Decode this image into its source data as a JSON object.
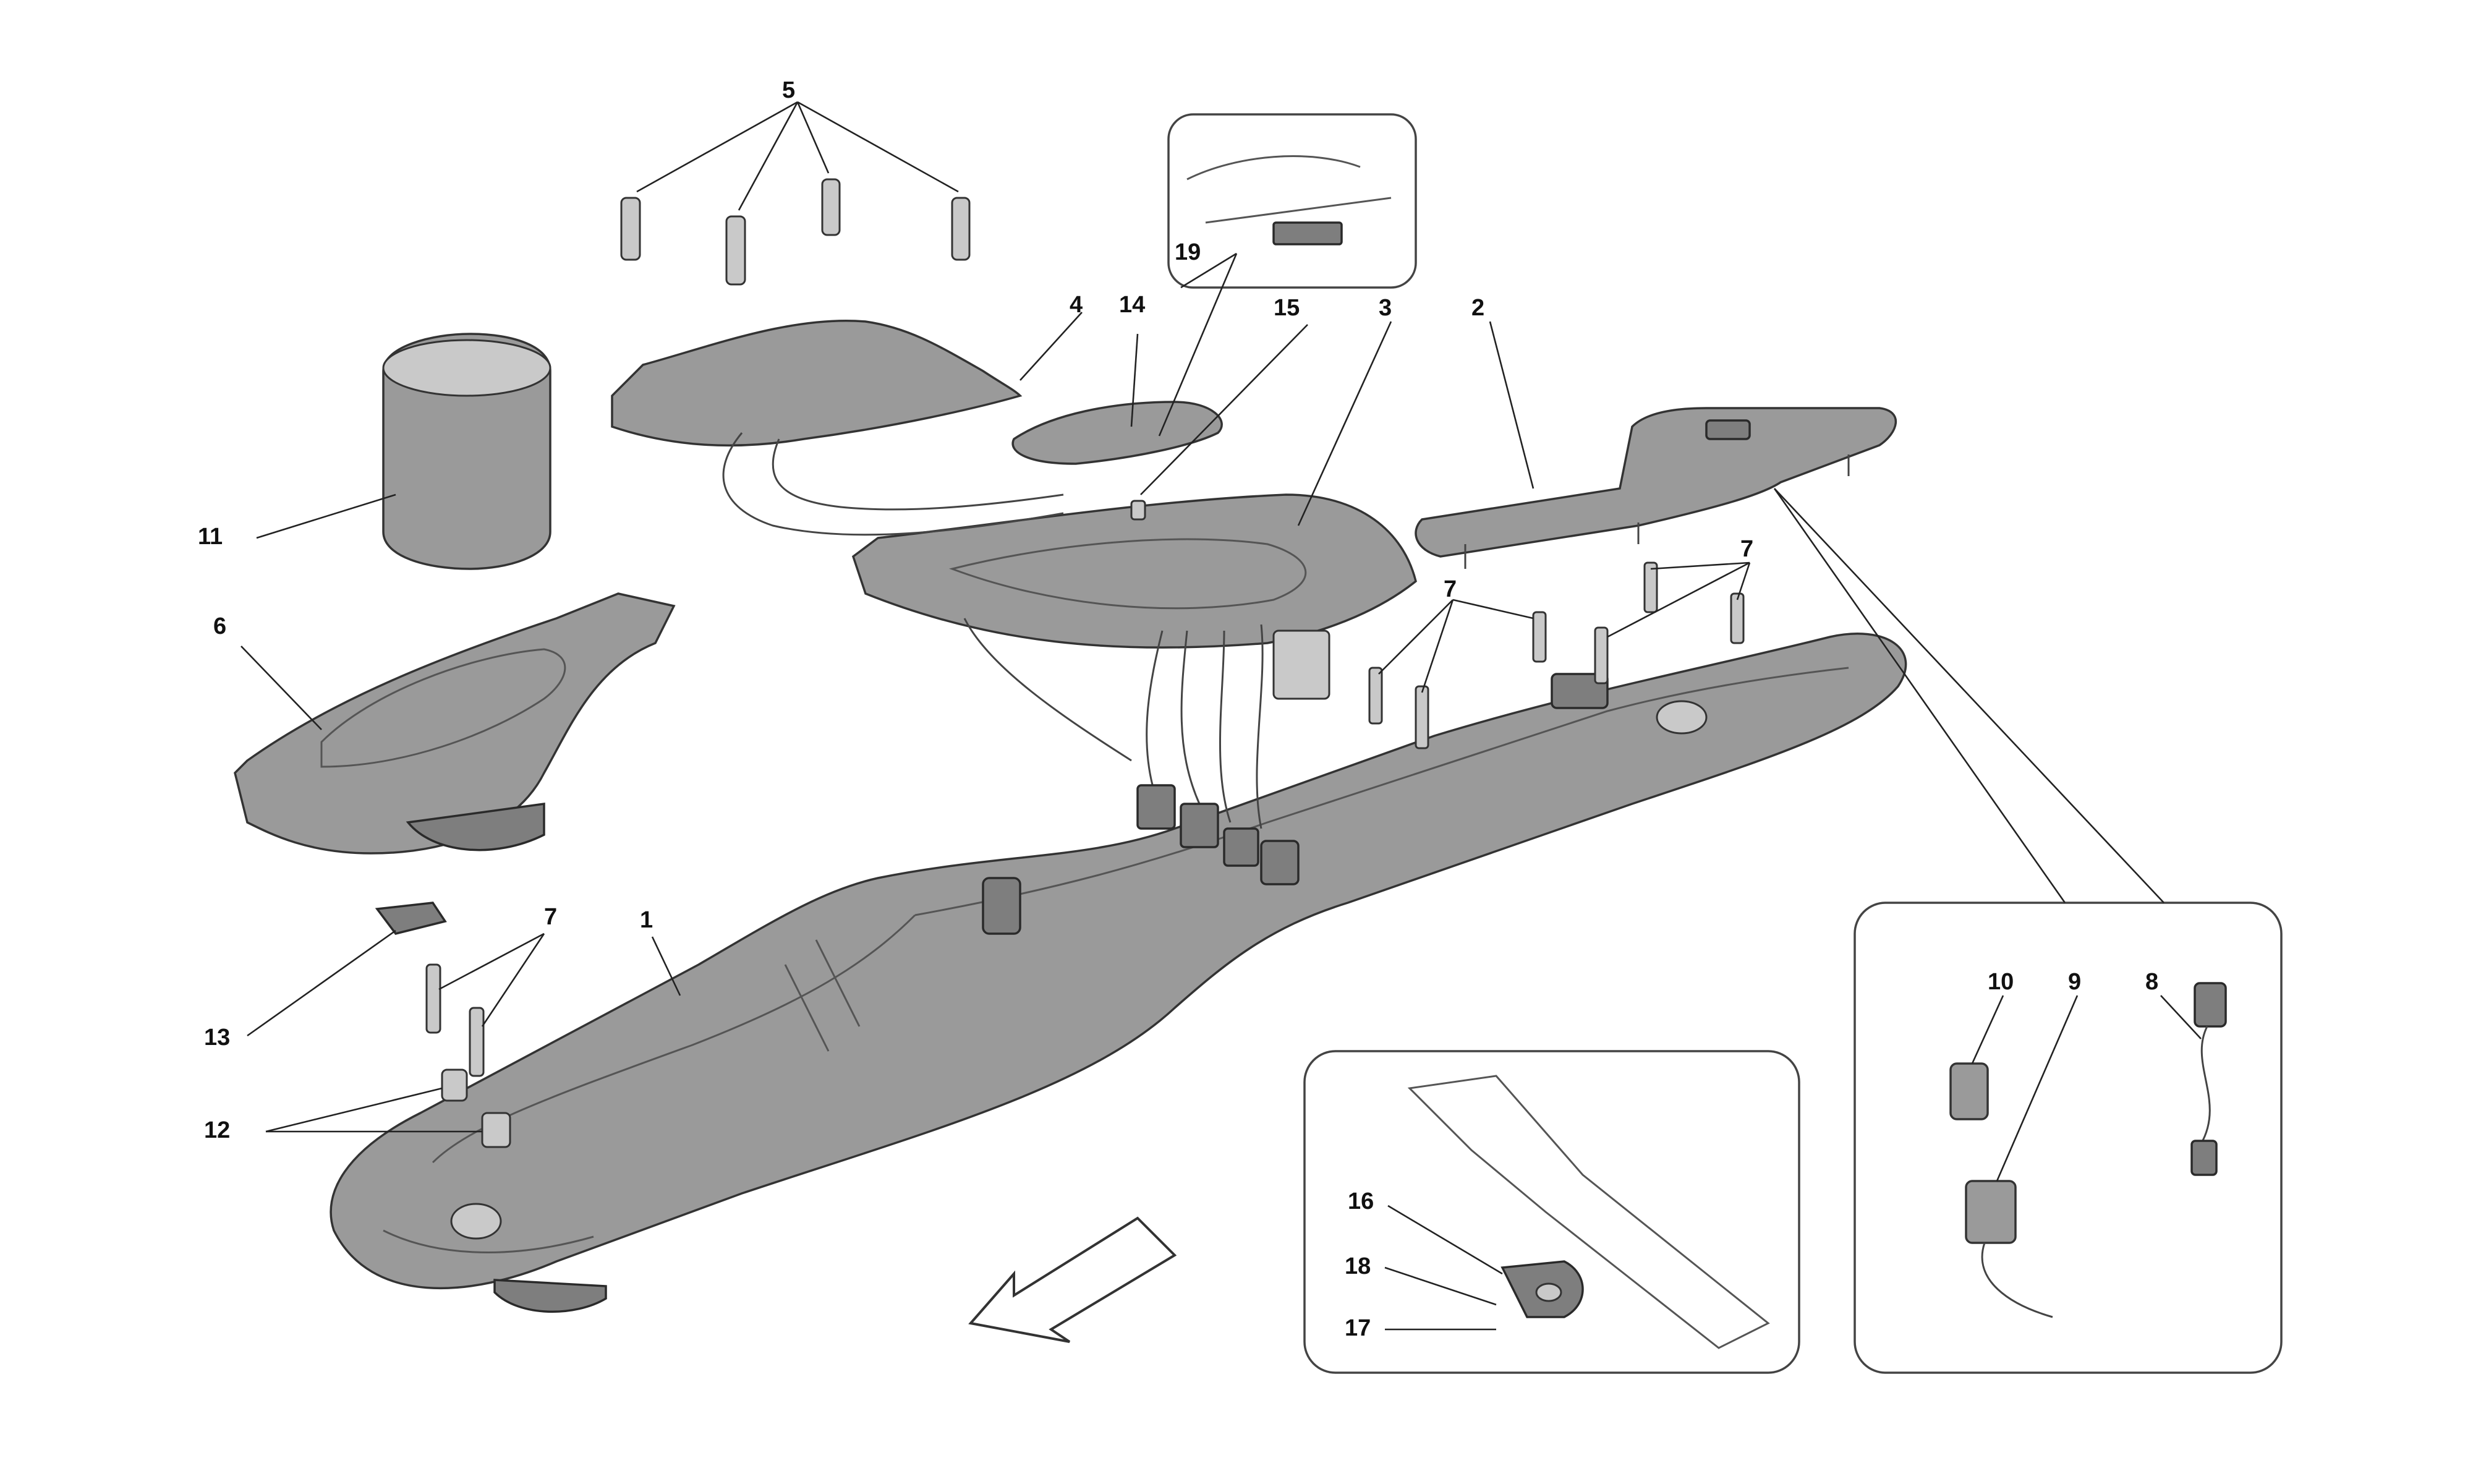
{
  "callouts": {
    "c1": "1",
    "c2": "2",
    "c3": "3",
    "c4": "4",
    "c5": "5",
    "c6": "6",
    "c7a": "7",
    "c7b": "7",
    "c7c": "7",
    "c8": "8",
    "c9": "9",
    "c10": "10",
    "c11": "11",
    "c12": "12",
    "c13": "13",
    "c14": "14",
    "c15": "15",
    "c16": "16",
    "c17": "17",
    "c18": "18",
    "c19": "19"
  }
}
